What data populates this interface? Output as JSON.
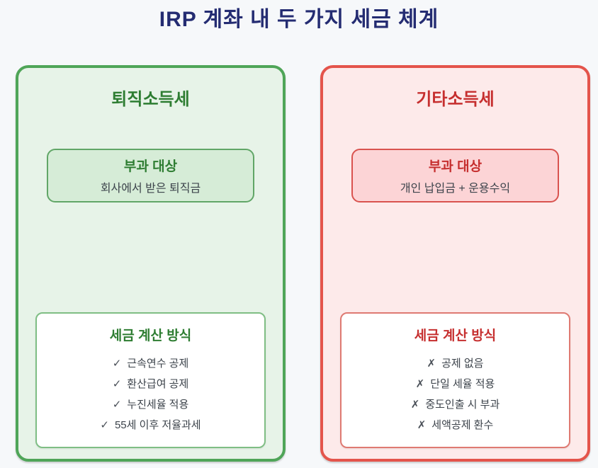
{
  "page": {
    "title": "IRP 계좌 내 두 가지 세금 체계",
    "title_color": "#242c72",
    "bg": "#f6f8fa"
  },
  "panels": [
    {
      "title": "퇴직소득세",
      "colors": {
        "accent": "#2e7d32",
        "border": "#4fa558",
        "bg": "#e7f3e8",
        "box_bg": "#d6ecd7",
        "box_border": "#61a667",
        "method_border": "#7fbe84"
      },
      "target": {
        "heading": "부과 대상",
        "body": "회사에서 받은 퇴직금"
      },
      "method": {
        "heading": "세금 계산 방식",
        "items": [
          {
            "mark": "✓",
            "text": "근속연수 공제"
          },
          {
            "mark": "✓",
            "text": "환산급여 공제"
          },
          {
            "mark": "✓",
            "text": "누진세율 적용"
          },
          {
            "mark": "✓",
            "text": "55세 이후 저율과세"
          }
        ]
      }
    },
    {
      "title": "기타소득세",
      "colors": {
        "accent": "#c62f2f",
        "border": "#e4544b",
        "bg": "#fdeaea",
        "box_bg": "#fcd4d6",
        "box_border": "#d9534f",
        "method_border": "#df7a72"
      },
      "target": {
        "heading": "부과 대상",
        "body": "개인 납입금 + 운용수익"
      },
      "method": {
        "heading": "세금 계산 방식",
        "items": [
          {
            "mark": "✗",
            "text": "공제 없음"
          },
          {
            "mark": "✗",
            "text": "단일 세율 적용"
          },
          {
            "mark": "✗",
            "text": "중도인출 시 부과"
          },
          {
            "mark": "✗",
            "text": "세액공제 환수"
          }
        ]
      }
    }
  ]
}
